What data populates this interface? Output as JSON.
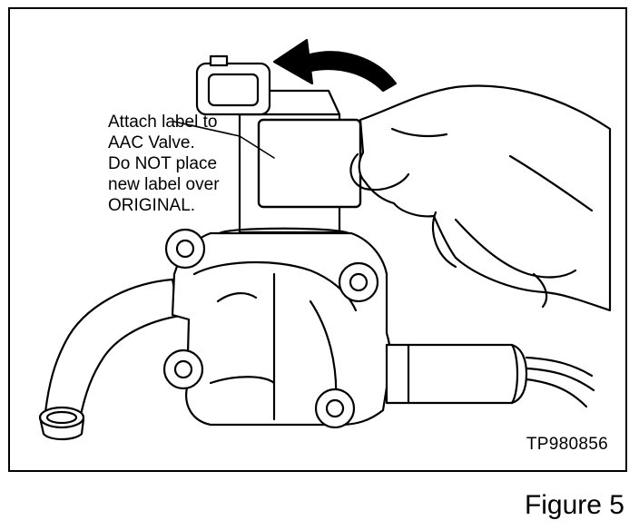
{
  "callout": {
    "lines": [
      "Attach label to",
      "AAC Valve.",
      "Do NOT place",
      "new label over",
      "ORIGINAL."
    ]
  },
  "reference_code": "TP980856",
  "caption": "Figure 5"
}
